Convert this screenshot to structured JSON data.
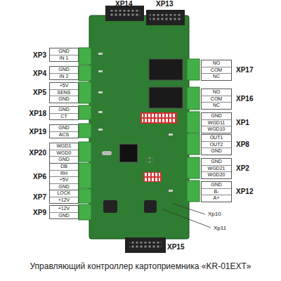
{
  "diagram": {
    "caption": "Управляющий контроллер картоприемника «KR-01EXT»",
    "nodes": [
      {
        "text": [
          "XP3",
          "GND",
          "IN 1"
        ]
      },
      {
        "text": [
          "XP4",
          "GND",
          "IN 2"
        ]
      },
      {
        "text": [
          "XP5",
          "+5V",
          "SENS",
          "GND"
        ]
      },
      {
        "text": [
          "XP18",
          "GND",
          "CT"
        ]
      },
      {
        "text": [
          "XP19",
          "GND",
          "ACS"
        ]
      },
      {
        "text": [
          "XP20",
          "WGD1",
          "WGD0",
          "GND"
        ]
      },
      {
        "text": [
          "XP6",
          "DB",
          "RH",
          "+5V",
          "GND"
        ]
      },
      {
        "text": [
          "XP7",
          "LOCK",
          "+12V"
        ]
      },
      {
        "text": [
          "XP9",
          "+12V",
          "GND"
        ]
      },
      {
        "text": [
          "XP17",
          "NO",
          "COM",
          "NC"
        ]
      },
      {
        "text": [
          "XP16",
          "NO",
          "COM",
          "NC"
        ]
      },
      {
        "text": [
          "XP1",
          "GND",
          "WGD11",
          "WGD10"
        ]
      },
      {
        "text": [
          "XP8",
          "OUT1",
          "OUT2",
          "GND"
        ]
      },
      {
        "text": [
          "XP2",
          "GND",
          "WGD21",
          "WGD20"
        ]
      },
      {
        "text": [
          "XP12",
          "GND",
          "B-",
          "A+"
        ]
      }
    ],
    "labels": [
      "XP14",
      "XP13",
      "XP15",
      "Xp10",
      "Xp11"
    ]
  }
}
